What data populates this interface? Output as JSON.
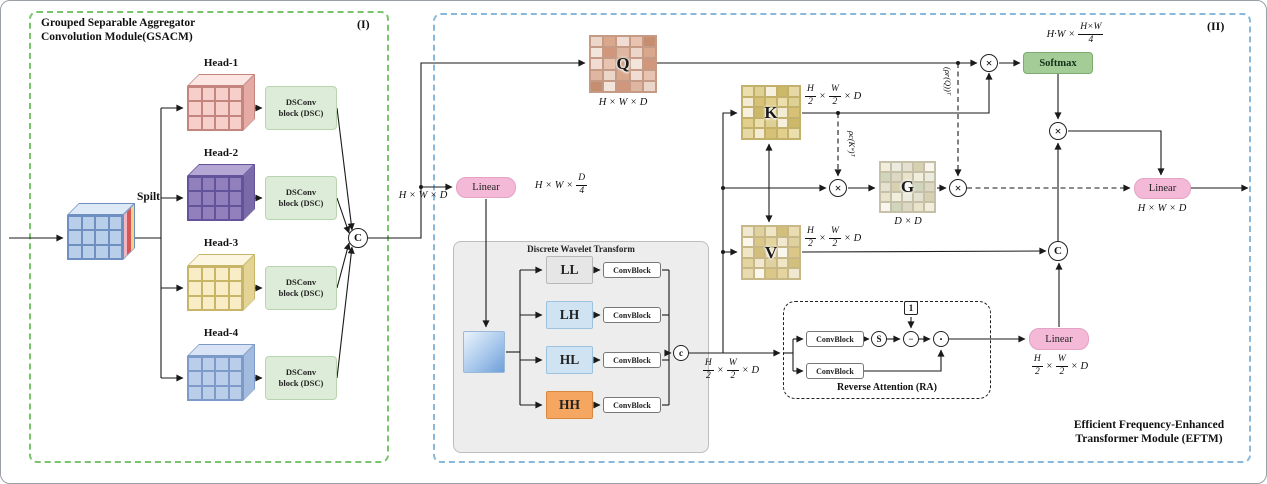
{
  "colors": {
    "gsacm_green": "#7bc46e",
    "eftm_blue": "#88b8dc",
    "dsc_green": "#ddecd8",
    "dsc_border": "#b9d4ae",
    "softmax_green": "#a3cc96",
    "softmax_border": "#7dab6e",
    "linear_pink": "#f4b9d7",
    "dwt_gray": "#ededed"
  },
  "gsacm": {
    "title_line1": "Grouped Separable Aggregator",
    "title_line2": "Convolution Module(GSACM)",
    "tag": "(I)",
    "split_label": "Spilt",
    "dsconv_label": "DSConv block (DSC)",
    "concat_label": "C",
    "out_dim": {
      "parts": [
        {
          "t": "H × W × D"
        }
      ]
    },
    "input_cube": {
      "cols": 4,
      "rows": 3,
      "cw": 14,
      "ch": 15,
      "depth": 12,
      "face": "#b9cfe9",
      "grid": "#6e8fbf",
      "top": "#dde9f7",
      "side": [
        "#f2b6c1",
        "#d95454",
        "#f3d584"
      ]
    },
    "heads": [
      {
        "label": "Head-1",
        "cube": {
          "cols": 4,
          "rows": 3,
          "cw": 14,
          "ch": 15,
          "depth": 12,
          "face": "#f6cfcb",
          "grid": "#c4857e",
          "top": "#fbe6e4",
          "side": [
            "#e5aaa4"
          ]
        }
      },
      {
        "label": "Head-2",
        "cube": {
          "cols": 4,
          "rows": 3,
          "cw": 14,
          "ch": 15,
          "depth": 12,
          "face": "#9180bb",
          "grid": "#63539b",
          "top": "#b4a7d4",
          "side": [
            "#7b6aa8"
          ]
        }
      },
      {
        "label": "Head-3",
        "cube": {
          "cols": 4,
          "rows": 3,
          "cw": 14,
          "ch": 15,
          "depth": 12,
          "face": "#f8edc6",
          "grid": "#c9b567",
          "top": "#fcf6e0",
          "side": [
            "#e3d495"
          ]
        }
      },
      {
        "label": "Head-4",
        "cube": {
          "cols": 4,
          "rows": 3,
          "cw": 14,
          "ch": 15,
          "depth": 12,
          "face": "#bacee9",
          "grid": "#7e9ac8",
          "top": "#d8e4f5",
          "side": [
            "#a2bbde"
          ]
        }
      }
    ]
  },
  "eftm": {
    "tag": "(II)",
    "title_line1": "Efficient Frequency-Enhanced",
    "title_line2": "Transformer Module (EFTM)",
    "linear_label": "Linear",
    "multiply": "×",
    "concat_label": "C",
    "linear1_dim": {
      "parts": [
        {
          "t": "H × W ×"
        },
        {
          "f": [
            "D",
            "4"
          ]
        }
      ]
    },
    "softmax_label": "Softmax",
    "softmax_dim": {
      "parts": [
        {
          "t": "H·W ×"
        },
        {
          "f": [
            "H×W",
            "4"
          ]
        }
      ]
    },
    "rho_q": "(ρr(Q))ᵀ",
    "rho_k": "ρc(Kʷ)ᵀ",
    "q": {
      "label": "Q",
      "cols": 5,
      "rows": 5,
      "border": "#c59b85",
      "palette": [
        "#ecd5c9",
        "#dfb6a2",
        "#d0977c",
        "#f2e5dc",
        "#c68e70",
        "#e7c3b0",
        "#f0dcd2",
        "#d9a78c"
      ],
      "dim": {
        "parts": [
          {
            "t": "H × W × D"
          }
        ]
      }
    },
    "k": {
      "label": "K",
      "cols": 5,
      "rows": 5,
      "border": "#c3b06a",
      "palette": [
        "#ebdfad",
        "#e0cf8d",
        "#d6c177",
        "#f2ecd5",
        "#e6d9a6",
        "#ccb869",
        "#f6f0de",
        "#dfd094"
      ],
      "dim": {
        "parts": [
          {
            "f": [
              "H",
              "2"
            ]
          },
          {
            "t": "×"
          },
          {
            "f": [
              "W",
              "2"
            ]
          },
          {
            "t": "× D"
          }
        ]
      }
    },
    "v": {
      "label": "V",
      "cols": 5,
      "rows": 5,
      "border": "#c9b887",
      "palette": [
        "#f0e9d0",
        "#e4d5a0",
        "#dbc889",
        "#faf7ec",
        "#e9dcb1",
        "#d2bf7b",
        "#efe6c6",
        "#e0d2a0"
      ],
      "dim": {
        "parts": [
          {
            "f": [
              "H",
              "2"
            ]
          },
          {
            "t": "×"
          },
          {
            "f": [
              "W",
              "2"
            ]
          },
          {
            "t": "× D"
          }
        ]
      }
    },
    "g": {
      "label": "G",
      "cols": 5,
      "rows": 5,
      "border": "#c6c0a8",
      "palette": [
        "#f2eedd",
        "#e8e3ca",
        "#dcd8c3",
        "#cfd6bc",
        "#f8f6ef",
        "#d8d1b1",
        "#e5e1d1",
        "#ecebdf"
      ],
      "dim": {
        "parts": [
          {
            "t": "D × D"
          }
        ]
      }
    },
    "dwt": {
      "title": "Discrete Wavelet Transform",
      "convblock_label": "ConvBlock",
      "concat_label": "c",
      "out_dim": {
        "parts": [
          {
            "f": [
              "H",
              "2"
            ]
          },
          {
            "t": "×"
          },
          {
            "f": [
              "W",
              "2"
            ]
          },
          {
            "t": "× D"
          }
        ]
      },
      "bands": [
        {
          "label": "LL",
          "fill": "#e6e6e6",
          "border": "#b8b8b8"
        },
        {
          "label": "LH",
          "fill": "#cfe3f3",
          "border": "#9cc2dd"
        },
        {
          "label": "HL",
          "fill": "#cfe3f3",
          "border": "#9cc2dd"
        },
        {
          "label": "HH",
          "fill": "#f5a761",
          "border": "#d8883c"
        }
      ]
    },
    "ra": {
      "title": "Reverse Attention (RA)",
      "convblock_label": "ConvBlock",
      "sigmoid": "S",
      "minus": "−",
      "dot": "·",
      "one": "1"
    },
    "ra_linear_dim": {
      "parts": [
        {
          "f": [
            "H",
            "2"
          ]
        },
        {
          "t": "×"
        },
        {
          "f": [
            "W",
            "2"
          ]
        },
        {
          "t": "× D"
        }
      ]
    },
    "final_dim": {
      "parts": [
        {
          "t": "H × W × D"
        }
      ]
    }
  }
}
